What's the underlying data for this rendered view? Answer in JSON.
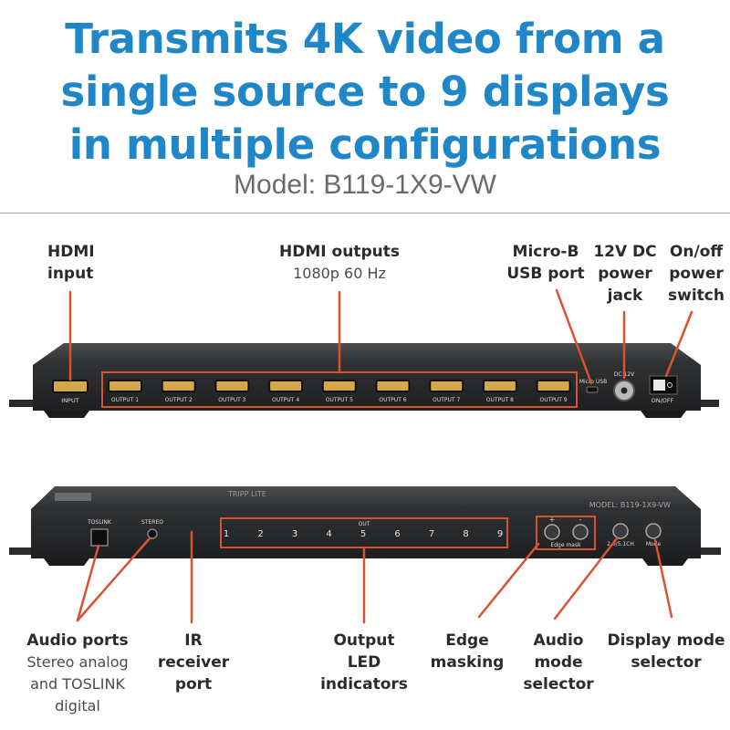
{
  "headline": {
    "line1": "Transmits 4K video from a",
    "line2": "single source to 9 displays",
    "line3": "in multiple configurations",
    "model": "Model: B119-1X9-VW"
  },
  "top_device": {
    "input_port_label": "INPUT",
    "output_ports": [
      "OUTPUT 1",
      "OUTPUT 2",
      "OUTPUT 3",
      "OUTPUT 4",
      "OUTPUT 5",
      "OUTPUT 6",
      "OUTPUT 7",
      "OUTPUT 8",
      "OUTPUT 9"
    ],
    "micro_usb_label": "Micro USB",
    "dc_label": "DC 12V",
    "switch_label": "ON/OFF"
  },
  "bottom_device": {
    "model_print": "MODEL: B119-1X9-VW",
    "brand_print": "TRIPP LITE",
    "toslink_label": "TOSLINK",
    "stereo_label": "STEREO",
    "out_label": "OUT",
    "led_numbers": [
      "1",
      "2",
      "3",
      "4",
      "5",
      "6",
      "7",
      "8",
      "9"
    ],
    "edge_plus": "+",
    "edge_minus": "-",
    "edge_label": "Edge mask",
    "audio_mode_label": "2.0/5.1CH",
    "mode_label": "Mode"
  },
  "callouts_top": {
    "hdmi_input_1": "HDMI",
    "hdmi_input_2": "input",
    "hdmi_outputs_1": "HDMI outputs",
    "hdmi_outputs_2": "1080p 60 Hz",
    "usb_1": "Micro-B",
    "usb_2": "USB port",
    "dc_1": "12V DC",
    "dc_2": "power",
    "dc_3": "jack",
    "switch_1": "On/off",
    "switch_2": "power",
    "switch_3": "switch"
  },
  "callouts_bottom": {
    "audio_1": "Audio ports",
    "audio_2": "Stereo analog",
    "audio_3": "and TOSLINK",
    "audio_4": "digital",
    "ir_1": "IR",
    "ir_2": "receiver",
    "ir_3": "port",
    "led_1": "Output",
    "led_2": "LED",
    "led_3": "indicators",
    "edge_1": "Edge",
    "edge_2": "masking",
    "amode_1": "Audio",
    "amode_2": "mode",
    "amode_3": "selector",
    "dmode_1": "Display mode",
    "dmode_2": "selector"
  },
  "colors": {
    "headline": "#1f86c8",
    "callout_line": "#d9532f",
    "device": "#2d2f31"
  }
}
